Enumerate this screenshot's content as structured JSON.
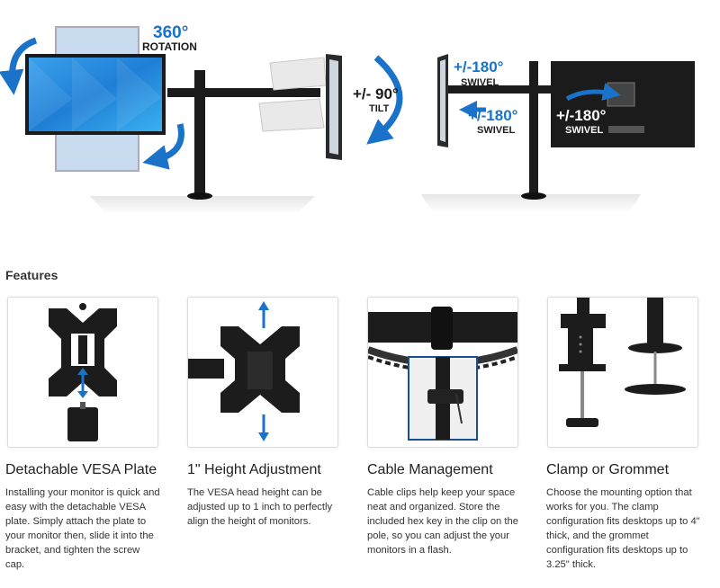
{
  "hero": {
    "rotation_value": "360°",
    "rotation_word": "ROTATION",
    "tilt_value": "+/- 90°",
    "tilt_word": "TILT",
    "swivel_a_value": "+/-180°",
    "swivel_a_word": "SWIVEL",
    "swivel_b_value": "+/-180°",
    "swivel_b_word": "SWIVEL",
    "swivel_c_value": "+/-180°",
    "swivel_c_word": "SWIVEL"
  },
  "features_heading": "Features",
  "features": [
    {
      "title": "Detachable VESA Plate",
      "description": "Installing your monitor is quick and easy with the detachable VESA plate. Simply attach the plate to your monitor then, slide it into the bracket, and tighten the screw cap."
    },
    {
      "title": "1\" Height Adjustment",
      "description": "The VESA head height can be adjusted up to 1 inch to perfectly align the height of monitors."
    },
    {
      "title": "Cable Management",
      "description": "Cable clips help keep your space neat and organized. Store the included hex key in the clip on the pole, so you can adjust the your monitors in a flash."
    },
    {
      "title": "Clamp or Grommet",
      "description": "Choose the mounting option that works for you. The clamp configuration fits desktops up to 4\" thick, and the grommet configuration fits desktops up to 3.25\" thick."
    }
  ],
  "colors": {
    "accent_blue": "#1a73c8",
    "mount_black": "#1b1b1b",
    "screen_blue": "#2f8fe0"
  }
}
